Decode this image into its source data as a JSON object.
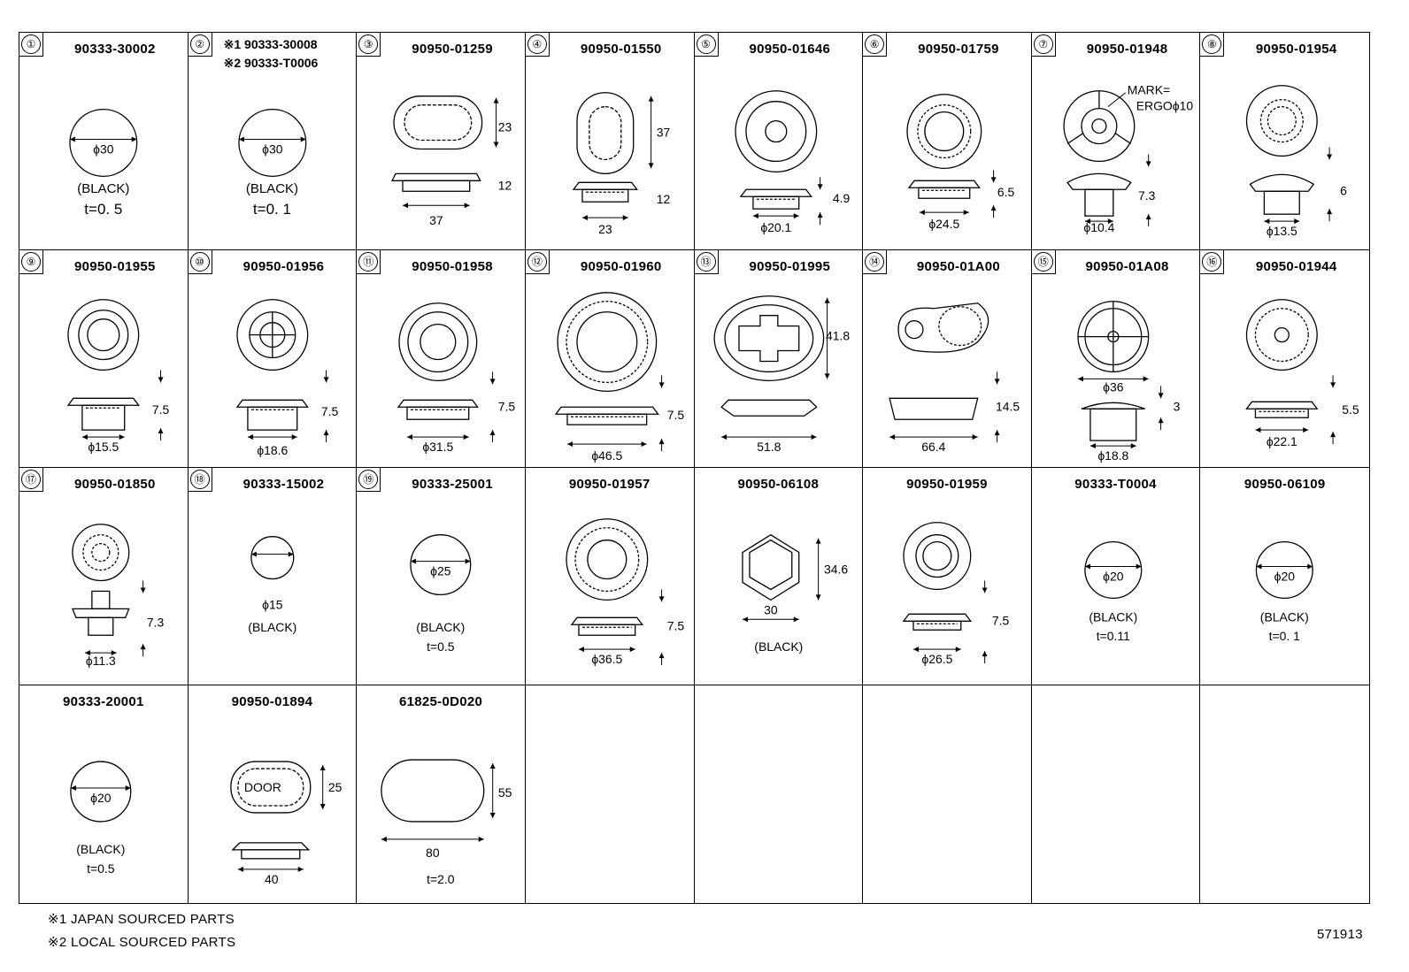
{
  "cells": [
    {
      "num": "①",
      "pn": "90333-30002",
      "dia": "ϕ30",
      "note1": "(BLACK)",
      "note2": "t=0. 5"
    },
    {
      "num": "②",
      "pn_a": "※1 90333-30008",
      "pn_b": "※2 90333-T0006",
      "dia": "ϕ30",
      "note1": "(BLACK)",
      "note2": "t=0. 1"
    },
    {
      "num": "③",
      "pn": "90950-01259",
      "d1": "23",
      "d2": "12",
      "d3": "37"
    },
    {
      "num": "④",
      "pn": "90950-01550",
      "d1": "37",
      "d2": "12",
      "d3": "23"
    },
    {
      "num": "⑤",
      "pn": "90950-01646",
      "d1": "4.9",
      "d2": "ϕ20.1"
    },
    {
      "num": "⑥",
      "pn": "90950-01759",
      "d1": "6.5",
      "d2": "ϕ24.5"
    },
    {
      "num": "⑦",
      "pn": "90950-01948",
      "mark": "MARK=",
      "mark2": "ERGOϕ10",
      "d1": "7.3",
      "d2": "ϕ10.4"
    },
    {
      "num": "⑧",
      "pn": "90950-01954",
      "d1": "6",
      "d2": "ϕ13.5"
    },
    {
      "num": "⑨",
      "pn": "90950-01955",
      "d1": "7.5",
      "d2": "ϕ15.5"
    },
    {
      "num": "⑩",
      "pn": "90950-01956",
      "d1": "7.5",
      "d2": "ϕ18.6"
    },
    {
      "num": "⑪",
      "pn": "90950-01958",
      "d1": "7.5",
      "d2": "ϕ31.5"
    },
    {
      "num": "⑫",
      "pn": "90950-01960",
      "d1": "7.5",
      "d2": "ϕ46.5"
    },
    {
      "num": "⑬",
      "pn": "90950-01995",
      "d1": "41.8",
      "d2": "51.8"
    },
    {
      "num": "⑭",
      "pn": "90950-01A00",
      "d1": "14.5",
      "d2": "66.4"
    },
    {
      "num": "⑮",
      "pn": "90950-01A08",
      "d0": "ϕ36",
      "d1": "3",
      "d2": "ϕ18.8"
    },
    {
      "num": "⑯",
      "pn": "90950-01944",
      "d1": "5.5",
      "d2": "ϕ22.1"
    },
    {
      "num": "⑰",
      "pn": "90950-01850",
      "d1": "7.3",
      "d2": "ϕ11.3"
    },
    {
      "num": "⑱",
      "pn": "90333-15002",
      "dia": "ϕ15",
      "note1": "(BLACK)"
    },
    {
      "num": "⑲",
      "pn": "90333-25001",
      "dia": "ϕ25",
      "note1": "(BLACK)",
      "note2": "t=0.5"
    },
    {
      "pn": "90950-01957",
      "d1": "7.5",
      "d2": "ϕ36.5"
    },
    {
      "pn": "90950-06108",
      "d1": "34.6",
      "d2": "30",
      "note1": "(BLACK)"
    },
    {
      "pn": "90950-01959",
      "d1": "7.5",
      "d2": "ϕ26.5"
    },
    {
      "pn": "90333-T0004",
      "dia": "ϕ20",
      "note1": "(BLACK)",
      "note2": "t=0.11"
    },
    {
      "pn": "90950-06109",
      "dia": "ϕ20",
      "note1": "(BLACK)",
      "note2": "t=0. 1"
    },
    {
      "pn": "90333-20001",
      "dia": "ϕ20",
      "note1": "(BLACK)",
      "note2": "t=0.5"
    },
    {
      "pn": "90950-01894",
      "label": "DOOR",
      "d1": "25",
      "d2": "40"
    },
    {
      "pn": "61825-0D020",
      "d1": "55",
      "d2": "80",
      "note2": "t=2.0"
    },
    {},
    {},
    {},
    {},
    {}
  ],
  "footnotes": [
    "※1 JAPAN SOURCED PARTS",
    "※2 LOCAL SOURCED PARTS"
  ],
  "diagram_id": "571913"
}
